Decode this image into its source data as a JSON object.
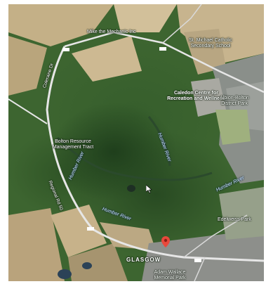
{
  "map": {
    "type": "satellite",
    "labels": {
      "mike": "Mike the Mechanic Inc",
      "st_michael": "St. Michael Catholic Secondary School",
      "caledon": "Caledon Centre for Recreation and Wellness",
      "albion": "Albion-Bolton District Park",
      "bolton_resource": "Bolton Resource Management Tract",
      "humber_1": "Humber River",
      "humber_2": "Humber River",
      "humber_3": "Humber River",
      "humber_4": "Humber River",
      "edelweiss": "Edelweiss Park",
      "glasgow": "GLASGOW",
      "adam_wallace": "Adam Wallace Memorial Park",
      "road_north": "Coleraine Dr",
      "road_south": "Regional Rd 50"
    },
    "colors": {
      "forest": "#3d6530",
      "field": "#c9b48a",
      "road": "#e6e6e6",
      "pin": "#e8483b",
      "water": "#2b4257"
    },
    "icons": {
      "pin": "map-pin-icon",
      "cursor": "mouse-pointer-icon"
    }
  }
}
